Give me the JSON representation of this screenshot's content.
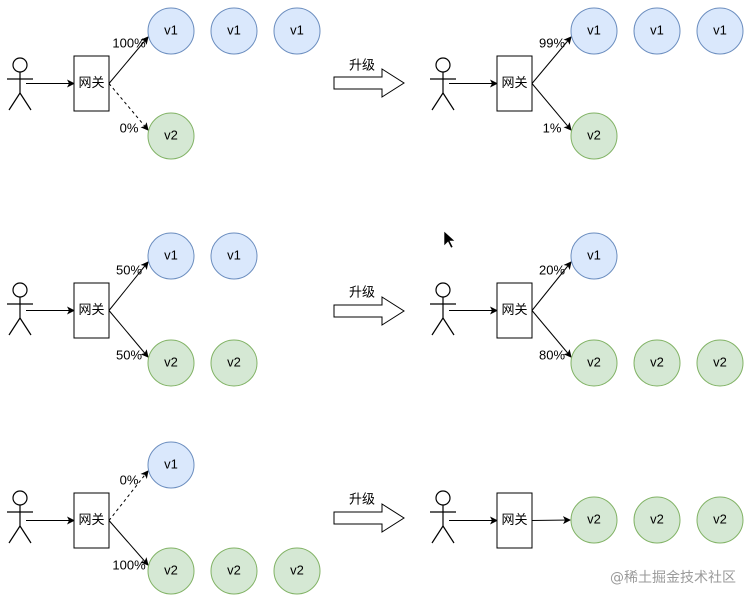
{
  "gateway_label": "网关",
  "upgrade_label": "升级",
  "watermark": "@稀土掘金技术社区",
  "colors": {
    "v1_fill": "#dae8fc",
    "v1_stroke": "#6c8ebf",
    "v2_fill": "#d5e8d4",
    "v2_stroke": "#82b366",
    "line": "#000000"
  },
  "icons": [
    "person-icon",
    "gateway-box",
    "upgrade-arrow-icon",
    "cursor-icon"
  ],
  "stages": [
    {
      "before": {
        "top": {
          "percent": "100%",
          "version": "v1",
          "count": 3,
          "dashed": false
        },
        "bottom": {
          "percent": "0%",
          "version": "v2",
          "count": 1,
          "dashed": true
        }
      },
      "after": {
        "top": {
          "percent": "99%",
          "version": "v1",
          "count": 3,
          "dashed": false
        },
        "bottom": {
          "percent": "1%",
          "version": "v2",
          "count": 1,
          "dashed": false
        }
      }
    },
    {
      "before": {
        "top": {
          "percent": "50%",
          "version": "v1",
          "count": 2,
          "dashed": false
        },
        "bottom": {
          "percent": "50%",
          "version": "v2",
          "count": 2,
          "dashed": false
        }
      },
      "after": {
        "top": {
          "percent": "20%",
          "version": "v1",
          "count": 1,
          "dashed": false
        },
        "bottom": {
          "percent": "80%",
          "version": "v2",
          "count": 3,
          "dashed": false
        }
      }
    },
    {
      "before": {
        "top": {
          "percent": "0%",
          "version": "v1",
          "count": 1,
          "dashed": true
        },
        "bottom": {
          "percent": "100%",
          "version": "v2",
          "count": 3,
          "dashed": false
        }
      },
      "after": {
        "single": {
          "version": "v2",
          "count": 3
        }
      }
    }
  ]
}
